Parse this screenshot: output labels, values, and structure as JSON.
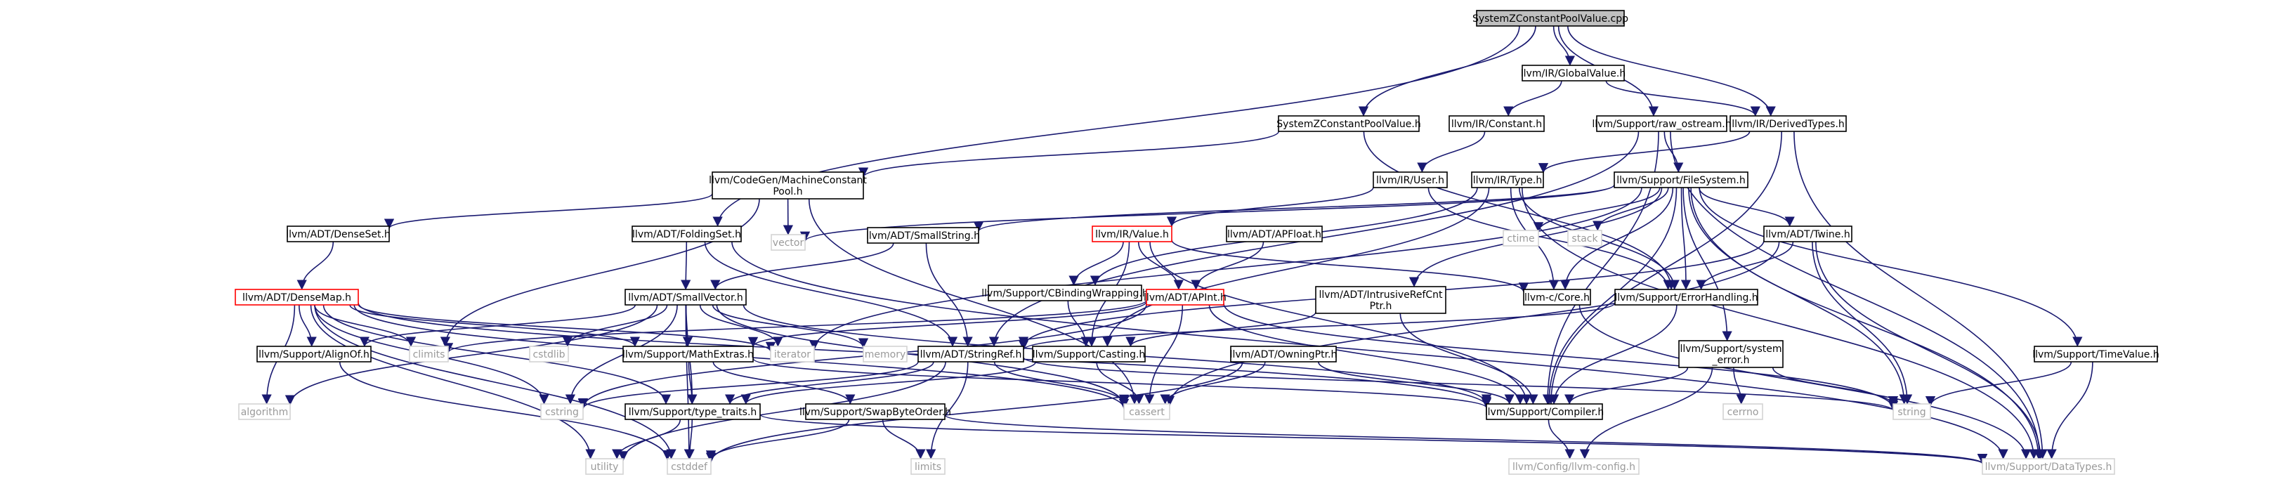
{
  "colors": {
    "edge": "#191970",
    "root_fill": "#bfbfbf",
    "box_border": "#000000",
    "incomplete_border": "#ff0000",
    "missing_border": "#d3d3d3",
    "missing_text": "#9a9a9a"
  },
  "nodes": [
    {
      "id": "root",
      "lines": [
        "SystemZConstantPoolValue.cpp"
      ],
      "kind": "root"
    },
    {
      "id": "globalvalue",
      "lines": [
        "llvm/IR/GlobalValue.h"
      ],
      "kind": "box"
    },
    {
      "id": "szcpv_h",
      "lines": [
        "SystemZConstantPoolValue.h"
      ],
      "kind": "box"
    },
    {
      "id": "constant",
      "lines": [
        "llvm/IR/Constant.h"
      ],
      "kind": "box"
    },
    {
      "id": "raw_ostream",
      "lines": [
        "llvm/Support/raw_ostream.h"
      ],
      "kind": "box"
    },
    {
      "id": "derivedtypes",
      "lines": [
        "llvm/IR/DerivedTypes.h"
      ],
      "kind": "box"
    },
    {
      "id": "mcpool",
      "lines": [
        "llvm/CodeGen/MachineConstant",
        "Pool.h"
      ],
      "kind": "box"
    },
    {
      "id": "user",
      "lines": [
        "llvm/IR/User.h"
      ],
      "kind": "box"
    },
    {
      "id": "type",
      "lines": [
        "llvm/IR/Type.h"
      ],
      "kind": "box"
    },
    {
      "id": "filesystem",
      "lines": [
        "llvm/Support/FileSystem.h"
      ],
      "kind": "box"
    },
    {
      "id": "denseset",
      "lines": [
        "llvm/ADT/DenseSet.h"
      ],
      "kind": "box"
    },
    {
      "id": "foldingset",
      "lines": [
        "llvm/ADT/FoldingSet.h"
      ],
      "kind": "box"
    },
    {
      "id": "vector",
      "lines": [
        "vector"
      ],
      "kind": "missing"
    },
    {
      "id": "smallstring",
      "lines": [
        "llvm/ADT/SmallString.h"
      ],
      "kind": "box"
    },
    {
      "id": "value",
      "lines": [
        "llvm/IR/Value.h"
      ],
      "kind": "incomplete"
    },
    {
      "id": "apfloat",
      "lines": [
        "llvm/ADT/APFloat.h"
      ],
      "kind": "box"
    },
    {
      "id": "ctime",
      "lines": [
        "ctime"
      ],
      "kind": "missing"
    },
    {
      "id": "stack",
      "lines": [
        "stack"
      ],
      "kind": "missing"
    },
    {
      "id": "twine",
      "lines": [
        "llvm/ADT/Twine.h"
      ],
      "kind": "box"
    },
    {
      "id": "densemap",
      "lines": [
        "llvm/ADT/DenseMap.h"
      ],
      "kind": "incomplete"
    },
    {
      "id": "smallvector",
      "lines": [
        "llvm/ADT/SmallVector.h"
      ],
      "kind": "box"
    },
    {
      "id": "cbinding",
      "lines": [
        "llvm/Support/CBindingWrapping.h"
      ],
      "kind": "box"
    },
    {
      "id": "apint",
      "lines": [
        "llvm/ADT/APInt.h"
      ],
      "kind": "incomplete"
    },
    {
      "id": "intrusive",
      "lines": [
        "llvm/ADT/IntrusiveRefCnt",
        "Ptr.h"
      ],
      "kind": "box"
    },
    {
      "id": "ccore",
      "lines": [
        "llvm-c/Core.h"
      ],
      "kind": "box"
    },
    {
      "id": "errorhandling",
      "lines": [
        "llvm/Support/ErrorHandling.h"
      ],
      "kind": "box"
    },
    {
      "id": "alignof",
      "lines": [
        "llvm/Support/AlignOf.h"
      ],
      "kind": "box"
    },
    {
      "id": "climits",
      "lines": [
        "climits"
      ],
      "kind": "missing"
    },
    {
      "id": "cstdlib",
      "lines": [
        "cstdlib"
      ],
      "kind": "missing"
    },
    {
      "id": "mathextras",
      "lines": [
        "llvm/Support/MathExtras.h"
      ],
      "kind": "box"
    },
    {
      "id": "iterator",
      "lines": [
        "iterator"
      ],
      "kind": "missing"
    },
    {
      "id": "memory",
      "lines": [
        "memory"
      ],
      "kind": "missing"
    },
    {
      "id": "stringref",
      "lines": [
        "llvm/ADT/StringRef.h"
      ],
      "kind": "box"
    },
    {
      "id": "casting",
      "lines": [
        "llvm/Support/Casting.h"
      ],
      "kind": "box"
    },
    {
      "id": "owningptr",
      "lines": [
        "llvm/ADT/OwningPtr.h"
      ],
      "kind": "box"
    },
    {
      "id": "system_error",
      "lines": [
        "llvm/Support/system",
        "_error.h"
      ],
      "kind": "box"
    },
    {
      "id": "timevalue",
      "lines": [
        "llvm/Support/TimeValue.h"
      ],
      "kind": "box"
    },
    {
      "id": "algorithm",
      "lines": [
        "algorithm"
      ],
      "kind": "missing"
    },
    {
      "id": "cstring",
      "lines": [
        "cstring"
      ],
      "kind": "missing"
    },
    {
      "id": "type_traits",
      "lines": [
        "llvm/Support/type_traits.h"
      ],
      "kind": "box"
    },
    {
      "id": "swapbyteorder",
      "lines": [
        "llvm/Support/SwapByteOrder.h"
      ],
      "kind": "box"
    },
    {
      "id": "cassert",
      "lines": [
        "cassert"
      ],
      "kind": "missing"
    },
    {
      "id": "compiler",
      "lines": [
        "llvm/Support/Compiler.h"
      ],
      "kind": "box"
    },
    {
      "id": "cerrno",
      "lines": [
        "cerrno"
      ],
      "kind": "missing"
    },
    {
      "id": "string",
      "lines": [
        "string"
      ],
      "kind": "missing"
    },
    {
      "id": "utility",
      "lines": [
        "utility"
      ],
      "kind": "missing"
    },
    {
      "id": "cstddef",
      "lines": [
        "cstddef"
      ],
      "kind": "missing"
    },
    {
      "id": "limits",
      "lines": [
        "limits"
      ],
      "kind": "missing"
    },
    {
      "id": "llvmconfig",
      "lines": [
        "llvm/Config/llvm-config.h"
      ],
      "kind": "missing"
    },
    {
      "id": "datatypes",
      "lines": [
        "llvm/Support/DataTypes.h"
      ],
      "kind": "missing"
    }
  ],
  "edges": [
    [
      "root",
      "globalvalue"
    ],
    [
      "root",
      "szcpv_h"
    ],
    [
      "root",
      "raw_ostream"
    ],
    [
      "root",
      "derivedtypes"
    ],
    [
      "root",
      "foldingset"
    ],
    [
      "globalvalue",
      "constant"
    ],
    [
      "globalvalue",
      "derivedtypes"
    ],
    [
      "szcpv_h",
      "mcpool"
    ],
    [
      "szcpv_h",
      "errorhandling"
    ],
    [
      "constant",
      "user"
    ],
    [
      "raw_ostream",
      "filesystem"
    ],
    [
      "raw_ostream",
      "stringref"
    ],
    [
      "raw_ostream",
      "compiler"
    ],
    [
      "raw_ostream",
      "datatypes"
    ],
    [
      "derivedtypes",
      "type"
    ],
    [
      "derivedtypes",
      "compiler"
    ],
    [
      "derivedtypes",
      "datatypes"
    ],
    [
      "mcpool",
      "denseset"
    ],
    [
      "mcpool",
      "vector"
    ],
    [
      "mcpool",
      "climits"
    ],
    [
      "mcpool",
      "cassert"
    ],
    [
      "user",
      "value"
    ],
    [
      "user",
      "errorhandling"
    ],
    [
      "type",
      "ccore"
    ],
    [
      "type",
      "casting"
    ],
    [
      "type",
      "errorhandling"
    ],
    [
      "type",
      "datatypes"
    ],
    [
      "type",
      "cbinding"
    ],
    [
      "filesystem",
      "twine"
    ],
    [
      "filesystem",
      "smallstring"
    ],
    [
      "filesystem",
      "intrusive"
    ],
    [
      "filesystem",
      "ctime"
    ],
    [
      "filesystem",
      "stack"
    ],
    [
      "filesystem",
      "vector"
    ],
    [
      "filesystem",
      "errorhandling"
    ],
    [
      "filesystem",
      "system_error"
    ],
    [
      "filesystem",
      "timevalue"
    ],
    [
      "filesystem",
      "datatypes"
    ],
    [
      "filesystem",
      "string"
    ],
    [
      "filesystem",
      "iterator"
    ],
    [
      "filesystem",
      "compiler"
    ],
    [
      "filesystem",
      "ccore"
    ],
    [
      "denseset",
      "densemap"
    ],
    [
      "foldingset",
      "smallvector"
    ],
    [
      "foldingset",
      "stringref"
    ],
    [
      "foldingset",
      "datatypes"
    ],
    [
      "smallstring",
      "smallvector"
    ],
    [
      "smallstring",
      "stringref"
    ],
    [
      "value",
      "apint"
    ],
    [
      "value",
      "casting"
    ],
    [
      "value",
      "compiler"
    ],
    [
      "value",
      "cbinding"
    ],
    [
      "value",
      "ccore"
    ],
    [
      "apfloat",
      "apint"
    ],
    [
      "twine",
      "stringref"
    ],
    [
      "twine",
      "datatypes"
    ],
    [
      "twine",
      "errorhandling"
    ],
    [
      "twine",
      "string"
    ],
    [
      "twine",
      "cassert"
    ],
    [
      "densemap",
      "alignof"
    ],
    [
      "densemap",
      "mathextras"
    ],
    [
      "densemap",
      "type_traits"
    ],
    [
      "densemap",
      "compiler"
    ],
    [
      "densemap",
      "algorithm"
    ],
    [
      "densemap",
      "climits"
    ],
    [
      "densemap",
      "cstddef"
    ],
    [
      "densemap",
      "cstring"
    ],
    [
      "densemap",
      "iterator"
    ],
    [
      "densemap",
      "utility"
    ],
    [
      "densemap",
      "cassert"
    ],
    [
      "densemap",
      "new_dummy"
    ],
    [
      "smallvector",
      "alignof"
    ],
    [
      "smallvector",
      "compiler"
    ],
    [
      "smallvector",
      "mathextras"
    ],
    [
      "smallvector",
      "type_traits"
    ],
    [
      "smallvector",
      "algorithm"
    ],
    [
      "smallvector",
      "cassert"
    ],
    [
      "smallvector",
      "cstddef"
    ],
    [
      "smallvector",
      "cstdlib"
    ],
    [
      "smallvector",
      "cstring"
    ],
    [
      "smallvector",
      "iterator"
    ],
    [
      "smallvector",
      "memory"
    ],
    [
      "cbinding",
      "casting"
    ],
    [
      "apint",
      "mathextras"
    ],
    [
      "apint",
      "compiler"
    ],
    [
      "apint",
      "cassert"
    ],
    [
      "apint",
      "climits"
    ],
    [
      "apint",
      "cstring"
    ],
    [
      "apint",
      "string"
    ],
    [
      "intrusive",
      "casting"
    ],
    [
      "intrusive",
      "compiler"
    ],
    [
      "ccore",
      "datatypes"
    ],
    [
      "errorhandling",
      "compiler"
    ],
    [
      "errorhandling",
      "stringref"
    ],
    [
      "alignof",
      "cstddef"
    ],
    [
      "mathextras",
      "swapbyteorder"
    ],
    [
      "mathextras",
      "type_traits"
    ],
    [
      "mathextras",
      "compiler"
    ],
    [
      "stringref",
      "type_traits"
    ],
    [
      "stringref",
      "cassert"
    ],
    [
      "stringref",
      "cstring"
    ],
    [
      "stringref",
      "limits"
    ],
    [
      "stringref",
      "string"
    ],
    [
      "stringref",
      "utility"
    ],
    [
      "casting",
      "type_traits"
    ],
    [
      "casting",
      "cassert"
    ],
    [
      "owningptr",
      "compiler"
    ],
    [
      "owningptr",
      "cassert"
    ],
    [
      "owningptr",
      "cstddef"
    ],
    [
      "system_error",
      "compiler"
    ],
    [
      "system_error",
      "cerrno"
    ],
    [
      "system_error",
      "string"
    ],
    [
      "system_error",
      "llvmconfig"
    ],
    [
      "timevalue",
      "datatypes"
    ],
    [
      "timevalue",
      "string"
    ],
    [
      "type_traits",
      "datatypes"
    ],
    [
      "type_traits",
      "cstddef"
    ],
    [
      "type_traits",
      "utility"
    ],
    [
      "swapbyteorder",
      "datatypes"
    ],
    [
      "swapbyteorder",
      "cstddef"
    ],
    [
      "swapbyteorder",
      "limits"
    ],
    [
      "compiler",
      "llvmconfig"
    ]
  ]
}
